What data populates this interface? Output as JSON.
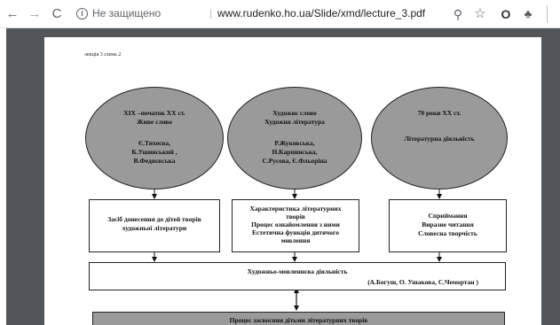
{
  "browser": {
    "security_label": "Не защищено",
    "separator": "|",
    "url": "www.rudenko.ho.ua/Slide/xmd/lecture_3.pdf",
    "icons": {
      "back": "←",
      "forward": "→",
      "reload": "C",
      "info": "i",
      "zoom": "⚲",
      "star": "☆",
      "ext1": "O",
      "ext2": "♣"
    }
  },
  "pdf": {
    "header": "лекція 3 схема 2",
    "ellipses": [
      {
        "lines": [
          "XIX –початок XX ст.",
          "Живе слово",
          "",
          "Є.Тихеєва,",
          "К.Ушинський ,",
          "В.Федяєвська"
        ]
      },
      {
        "lines": [
          "Художнє слово",
          "Художня література",
          "",
          "Р.Жуковська,",
          "Н.Карпинська,",
          "С.Русова, Є.Фльоріна"
        ]
      },
      {
        "lines": [
          "70 роки XX ст.",
          "",
          "Літературна діяльність"
        ]
      }
    ],
    "boxes": [
      {
        "lines": [
          "Засіб донесення до дітей творів",
          "художньої літератури"
        ]
      },
      {
        "lines": [
          "Характеристика літературних",
          "творів",
          "Процес ознайомлення з ними",
          "Естетична функція дитячого",
          "мовлення"
        ]
      },
      {
        "lines": [
          "Сприймання",
          "Виразне читання",
          "Словесна творчість"
        ]
      }
    ],
    "wide": {
      "title": "Художньо-мовленнєва діяльність",
      "authors": "(А.Богуш, О. Ушакова, С.Чемортан )"
    },
    "bottom": "Процес засвоєння дітьми літературних творів"
  }
}
